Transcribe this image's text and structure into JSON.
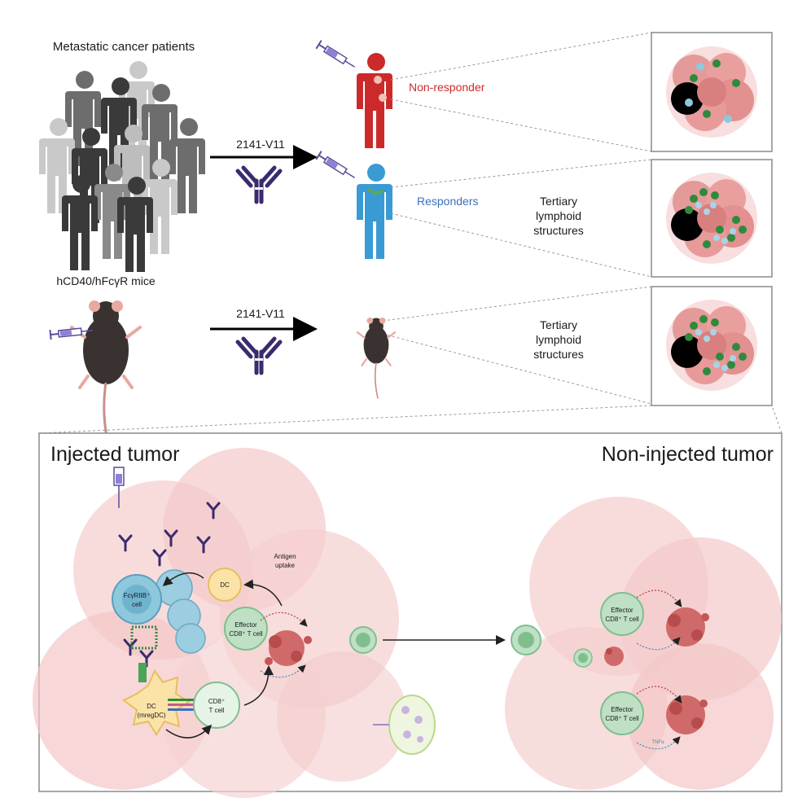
{
  "labels": {
    "patients": "Metastatic cancer patients",
    "drug_top": "2141-V11",
    "non_responder": "Non-responder",
    "responders": "Responders",
    "tls_line1": "Tertiary",
    "tls_line2": "lymphoid",
    "tls_line3": "structures",
    "mice": "hCD40/hFcγR mice",
    "drug_mid": "2141-V11"
  },
  "bottom": {
    "injected_title": "Injected tumor",
    "noninjected_title": "Non-injected tumor",
    "dc_top": "DC",
    "antigen_line1": "Antigen",
    "antigen_line2": "uptake",
    "fc_line1": "FcγRIIB⁺",
    "fc_line2": "cell",
    "effector_line1": "Effector",
    "effector_line2": "CD8⁺ T cell",
    "dc_mreg_line1": "DC",
    "dc_mreg_line2": "(mregDC)",
    "cd8_line1": "CD8⁺",
    "cd8_line2": "T cell",
    "tnf": "TNFα"
  },
  "colors": {
    "non_responder": "#cc2a2a",
    "responder": "#3a9ad4",
    "antibody": "#3b2a6e",
    "tumor": "#e9a3a3",
    "green_cell": "#7fbf8e",
    "fc_cell": "#8ec8dd"
  },
  "icons": [
    "person-icon",
    "mouse-icon",
    "syringe-icon",
    "antibody-icon",
    "tumor-cluster-icon",
    "lymph-node-icon"
  ]
}
